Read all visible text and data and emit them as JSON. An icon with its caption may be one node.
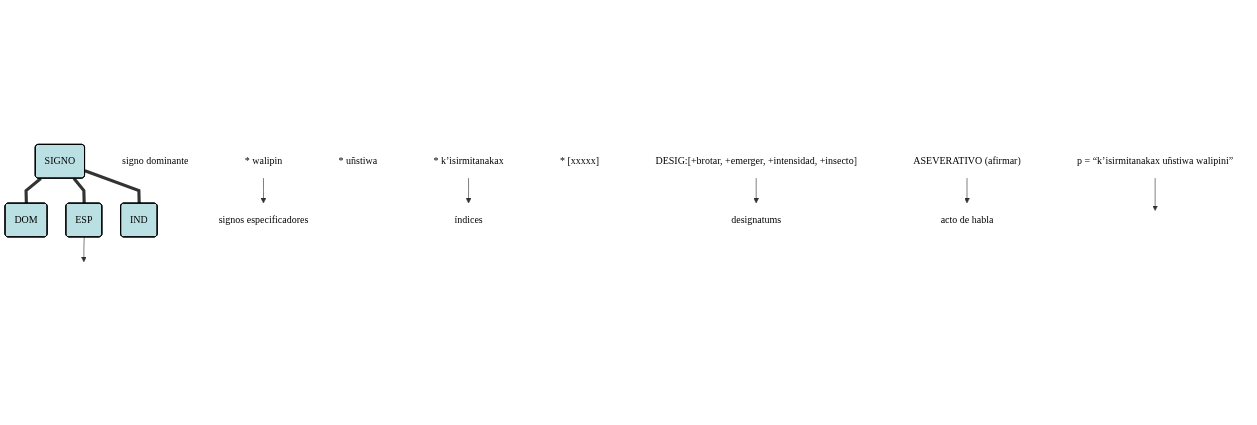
{
  "diagram": {
    "nodes": [
      {
        "text": [
          "p = “k’isirmitanakax uñstiwa walipini”"
        ]
      },
      {
        "text": [
          "signo dominante"
        ]
      },
      {
        "text": [
          "SIGNO"
        ]
      },
      {
        "text": [
          "DOM"
        ]
      },
      {
        "text": [
          "ESP"
        ]
      },
      {
        "text": [
          "IND"
        ]
      },
      {
        "text": [
          "*  uñstiwa"
        ]
      },
      {
        "text": [
          "* walipin"
        ]
      },
      {
        "text": [
          "* [xxxxx]"
        ]
      },
      {
        "text": [
          "signos especificadores"
        ]
      },
      {
        "text": [
          "* k’isirmitanakax"
        ]
      },
      {
        "text": [
          "índices"
        ]
      },
      {
        "text": [
          "designatums"
        ]
      },
      {
        "text": [
          "DESIG:[+brotar, +emerger, +intensidad, +insecto]"
        ]
      },
      {
        "text": [
          "ASEVERATIVO (afirmar)"
        ]
      },
      {
        "text": [
          "acto de habla"
        ]
      }
    ],
    "edges": [
      {
        "from": 0,
        "to": null,
        "arrow": "to"
      },
      {
        "from": 2,
        "to": 3,
        "arrow": "none",
        "style": "thick"
      },
      {
        "from": 2,
        "to": 4,
        "arrow": "none",
        "style": "thick"
      },
      {
        "from": 2,
        "to": 5,
        "arrow": "none",
        "style": "thick"
      },
      {
        "from": 4,
        "to": null,
        "arrow": "to"
      },
      {
        "from": 7,
        "to": 9,
        "arrow": "to"
      },
      {
        "from": 10,
        "to": 11,
        "arrow": "to"
      },
      {
        "from": 13,
        "to": 12,
        "arrow": "to"
      },
      {
        "from": 14,
        "to": 15,
        "arrow": "to"
      }
    ]
  }
}
